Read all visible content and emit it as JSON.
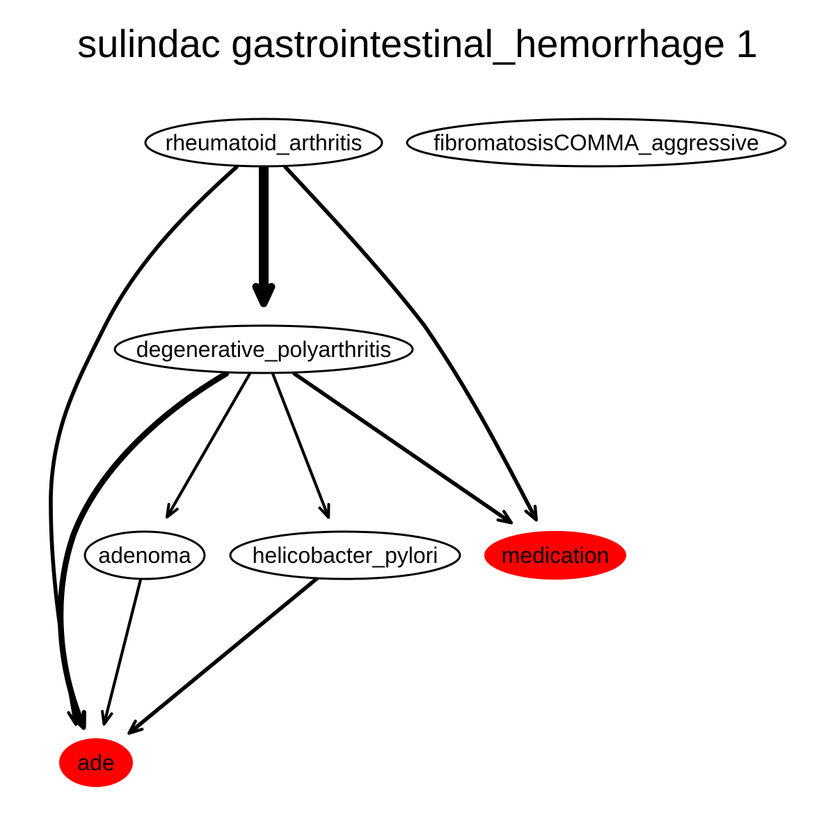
{
  "title": "sulindac gastrointestinal_hemorrhage 1",
  "colors": {
    "highlight": "#ff0000",
    "plain": "#ffffff",
    "stroke": "#000000"
  },
  "nodes": [
    {
      "id": "rheumatoid_arthritis",
      "label": "rheumatoid_arthritis",
      "highlight": false
    },
    {
      "id": "fibromatosis",
      "label": "fibromatosisCOMMA_aggressive",
      "highlight": false
    },
    {
      "id": "degenerative_polyarthritis",
      "label": "degenerative_polyarthritis",
      "highlight": false
    },
    {
      "id": "adenoma",
      "label": "adenoma",
      "highlight": false
    },
    {
      "id": "helicobacter_pylori",
      "label": "helicobacter_pylori",
      "highlight": false
    },
    {
      "id": "medication",
      "label": "medication",
      "highlight": true
    },
    {
      "id": "ade",
      "label": "ade",
      "highlight": true
    }
  ],
  "edges": [
    {
      "from": "rheumatoid_arthritis",
      "to": "degenerative_polyarthritis",
      "weight": 5
    },
    {
      "from": "rheumatoid_arthritis",
      "to": "ade",
      "weight": 2
    },
    {
      "from": "rheumatoid_arthritis",
      "to": "medication",
      "weight": 2
    },
    {
      "from": "degenerative_polyarthritis",
      "to": "ade",
      "weight": 3
    },
    {
      "from": "degenerative_polyarthritis",
      "to": "adenoma",
      "weight": 1.5
    },
    {
      "from": "degenerative_polyarthritis",
      "to": "helicobacter_pylori",
      "weight": 1.5
    },
    {
      "from": "degenerative_polyarthritis",
      "to": "medication",
      "weight": 2
    },
    {
      "from": "adenoma",
      "to": "ade",
      "weight": 1.5
    },
    {
      "from": "helicobacter_pylori",
      "to": "ade",
      "weight": 2
    }
  ]
}
